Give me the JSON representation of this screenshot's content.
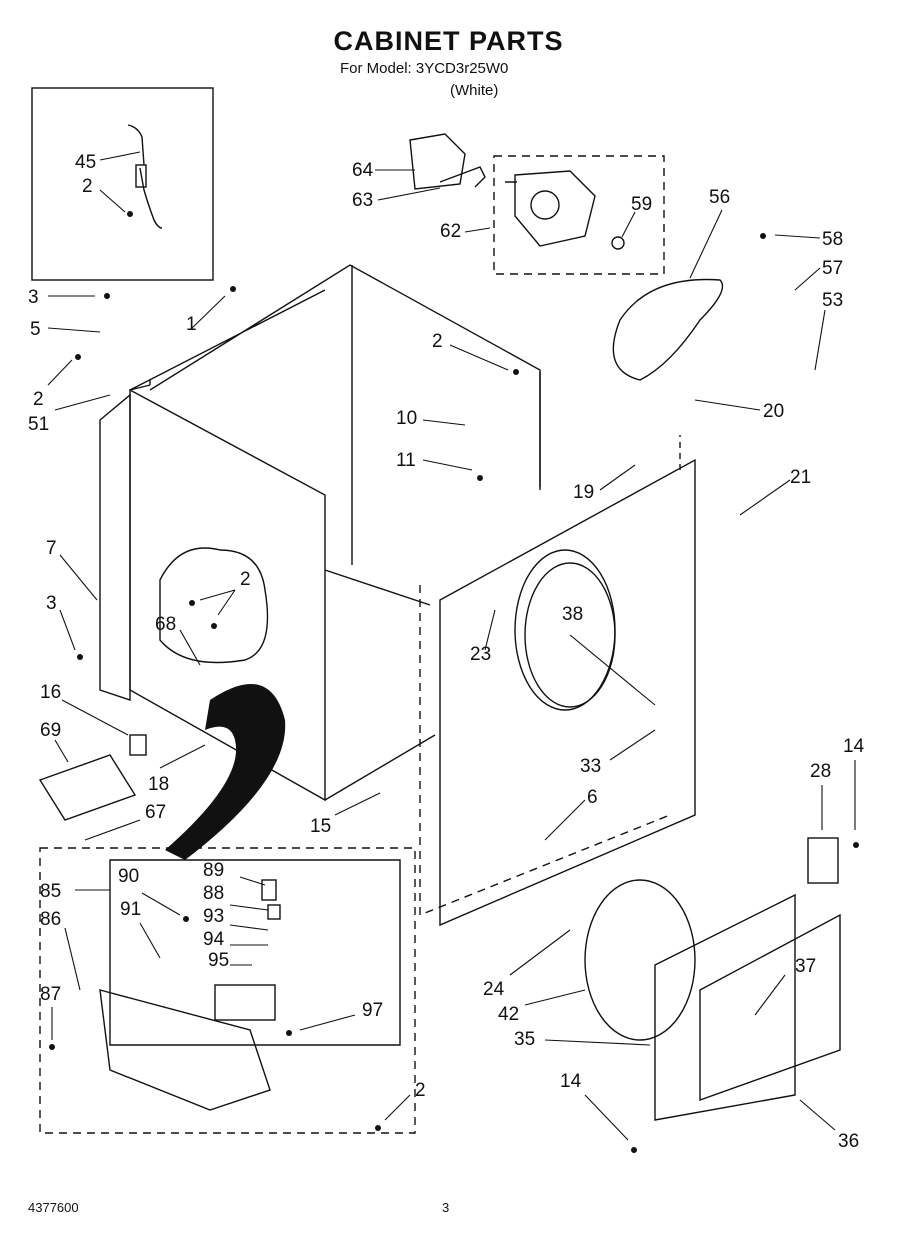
{
  "header": {
    "title": "CABINET PARTS",
    "subtitle": "For Model: 3YCD3r25W0",
    "color": "(White)"
  },
  "footer": {
    "part_number": "4377600",
    "page": "3"
  },
  "callouts": [
    {
      "id": "c45",
      "text": "45"
    },
    {
      "id": "c2a",
      "text": "2"
    },
    {
      "id": "c3a",
      "text": "3"
    },
    {
      "id": "c1",
      "text": "1"
    },
    {
      "id": "c5",
      "text": "5"
    },
    {
      "id": "c2b",
      "text": "2"
    },
    {
      "id": "c51",
      "text": "51"
    },
    {
      "id": "c64",
      "text": "64"
    },
    {
      "id": "c63",
      "text": "63"
    },
    {
      "id": "c62",
      "text": "62"
    },
    {
      "id": "c59",
      "text": "59"
    },
    {
      "id": "c56",
      "text": "56"
    },
    {
      "id": "c58",
      "text": "58"
    },
    {
      "id": "c57",
      "text": "57"
    },
    {
      "id": "c53",
      "text": "53"
    },
    {
      "id": "c2c",
      "text": "2"
    },
    {
      "id": "c10",
      "text": "10"
    },
    {
      "id": "c11",
      "text": "11"
    },
    {
      "id": "c20",
      "text": "20"
    },
    {
      "id": "c19",
      "text": "19"
    },
    {
      "id": "c21",
      "text": "21"
    },
    {
      "id": "c7",
      "text": "7"
    },
    {
      "id": "c3b",
      "text": "3"
    },
    {
      "id": "c2d",
      "text": "2"
    },
    {
      "id": "c68",
      "text": "68"
    },
    {
      "id": "c38",
      "text": "38"
    },
    {
      "id": "c23",
      "text": "23"
    },
    {
      "id": "c16",
      "text": "16"
    },
    {
      "id": "c69",
      "text": "69"
    },
    {
      "id": "c18",
      "text": "18"
    },
    {
      "id": "c33",
      "text": "33"
    },
    {
      "id": "c14a",
      "text": "14"
    },
    {
      "id": "c28",
      "text": "28"
    },
    {
      "id": "c6",
      "text": "6"
    },
    {
      "id": "c15",
      "text": "15"
    },
    {
      "id": "c67",
      "text": "67"
    },
    {
      "id": "c89",
      "text": "89"
    },
    {
      "id": "c85",
      "text": "85"
    },
    {
      "id": "c90",
      "text": "90"
    },
    {
      "id": "c88",
      "text": "88"
    },
    {
      "id": "c86",
      "text": "86"
    },
    {
      "id": "c91",
      "text": "91"
    },
    {
      "id": "c93",
      "text": "93"
    },
    {
      "id": "c94",
      "text": "94"
    },
    {
      "id": "c95",
      "text": "95"
    },
    {
      "id": "c37",
      "text": "37"
    },
    {
      "id": "c24",
      "text": "24"
    },
    {
      "id": "c97",
      "text": "97"
    },
    {
      "id": "c87",
      "text": "87"
    },
    {
      "id": "c42",
      "text": "42"
    },
    {
      "id": "c35",
      "text": "35"
    },
    {
      "id": "c2e",
      "text": "2"
    },
    {
      "id": "c14b",
      "text": "14"
    },
    {
      "id": "c36",
      "text": "36"
    }
  ]
}
